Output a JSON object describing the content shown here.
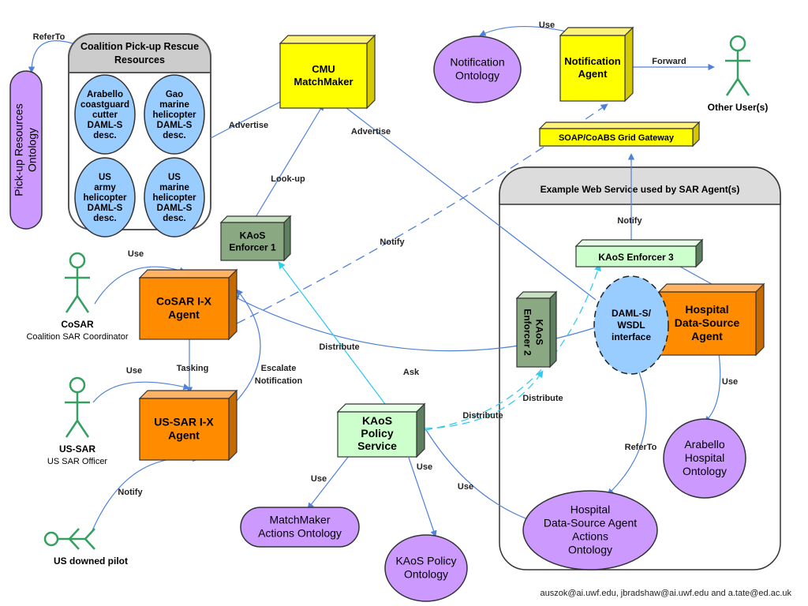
{
  "colors": {
    "yellow": "#ffff00",
    "orange": "#ff8c00",
    "green_box": "#ccffcc",
    "dark_green_box": "#8aa882",
    "blue_node": "#99ccff",
    "purple": "#cc99ff",
    "edge_blue": "#4f81d9",
    "edge_cyan": "#33ccee",
    "actor_green": "#33a060"
  },
  "containers": {
    "coalition": "Coalition Pick-up Rescue Resources",
    "web_service": "Example Web Service used by SAR Agent(s)"
  },
  "boxes": {
    "cmu": "CMU MatchMaker",
    "notification_agent": "Notification Agent",
    "gateway": "SOAP/CoABS Grid Gateway",
    "cosar_agent": "CoSAR I-X Agent",
    "ussar_agent": "US-SAR I-X Agent",
    "kaos_enforcer1": "KAoS Enforcer 1",
    "kaos_enforcer2": "KAoS Enforcer 2",
    "kaos_enforcer3": "KAoS Enforcer 3",
    "kaos_policy": "KAoS Policy Service",
    "hospital_agent": "Hospital Data-Source Agent"
  },
  "resources": {
    "arabello": "Arabello coastguard cutter DAML-S desc.",
    "gao": "Gao marine helicopter DAML-S desc.",
    "us_army": "US army helicopter DAML-S desc.",
    "us_marine": "US marine helicopter DAML-S desc."
  },
  "ontologies": {
    "pickup": "Pick-up Resources Ontology",
    "notification": "Notification Ontology",
    "matchmaker": "MatchMaker Actions Ontology",
    "kaos_policy": "KAoS Policy Ontology",
    "hospital_actions": "Hospital Data-Source Agent Actions Ontology",
    "arabello_hospital": "Arabello Hospital Ontology"
  },
  "interface": "DAML-S/ WSDL interface",
  "actors": {
    "cosar_name": "CoSAR",
    "cosar_role": "Coalition SAR Coordinator",
    "ussar_name": "US-SAR",
    "ussar_role": "US SAR Officer",
    "other_users": "Other User(s)",
    "pilot": "US downed pilot"
  },
  "edge_labels": {
    "refer_to_left": "ReferTo",
    "use_top": "Use",
    "forward": "Forward",
    "advertise_left": "Advertise",
    "advertise_mid": "Advertise",
    "look_up": "Look-up",
    "notify_top": "Notify",
    "notify_mid": "Notify",
    "use_cosar": "Use",
    "use_ussar": "Use",
    "tasking": "Tasking",
    "escalate": "Escalate Notification",
    "distribute_1": "Distribute",
    "ask": "Ask",
    "distribute_2": "Distribute",
    "distribute_3": "Distribute",
    "notify_pilot": "Notify",
    "use_mm": "Use",
    "use_kaos": "Use",
    "use_hosp_actions": "Use",
    "refer_to_right": "ReferTo",
    "use_hospital": "Use"
  },
  "credits": "auszok@ai.uwf.edu, jbradshaw@ai.uwf.edu and a.tate@ed.ac.uk"
}
